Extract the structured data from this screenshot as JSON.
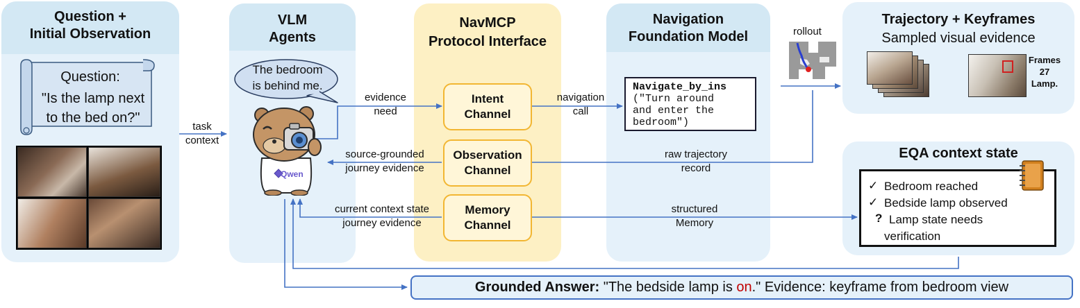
{
  "question_panel": {
    "title_line1": "Question +",
    "title_line2": "Initial Observation",
    "scroll_label": "Question:",
    "scroll_q1": "\"Is the lamp next",
    "scroll_q2": "to the bed on?\""
  },
  "vlm_panel": {
    "title_line1": "VLM",
    "title_line2": "Agents",
    "bubble_line1": "The bedroom",
    "bubble_line2": "is behind me.",
    "brand": "Qwen"
  },
  "navmcp_panel": {
    "title_line1": "NavMCP",
    "title_line2": "Protocol Interface",
    "channels": [
      {
        "line1": "Intent",
        "line2": "Channel"
      },
      {
        "line1": "Observation",
        "line2": "Channel"
      },
      {
        "line1": "Memory",
        "line2": "Channel"
      }
    ]
  },
  "nav_panel": {
    "title_line1": "Navigation",
    "title_line2": "Foundation Model",
    "call_func": "Navigate_by_ins",
    "call_arg1": "(\"Turn around",
    "call_arg2": "and enter the",
    "call_arg3": "bedroom\")"
  },
  "trajectory_panel": {
    "title": "Trajectory + Keyframes",
    "subtitle": "Sampled visual evidence",
    "frames_line1": "Frames",
    "frames_line2": "27",
    "frames_line3": "Lamp."
  },
  "eqa_panel": {
    "title": "EQA context state",
    "item1": "Bedroom reached",
    "item2": "Bedside lamp observed",
    "item3_line1": "Lamp state needs",
    "item3_line2": "verification",
    "check": "✓",
    "question_mark": "?"
  },
  "edges": {
    "task_line1": "task",
    "task_line2": "context",
    "evidence_line1": "evidence",
    "evidence_line2": "need",
    "navcall_line1": "navigation",
    "navcall_line2": "call",
    "rollout": "rollout",
    "source_line1": "source-grounded",
    "source_line2": "journey evidence",
    "raw_line1": "raw trajectory",
    "raw_line2": "record",
    "current_line1": "current context state",
    "current_line2": "journey evidence",
    "structured_line1": "structured",
    "structured_line2": "Memory"
  },
  "answer": {
    "label": "Grounded Answer:",
    "quote_start": " \"The bedside lamp is ",
    "on": "on",
    "quote_end": ".\" Evidence: keyframe from bedroom view"
  },
  "colors": {
    "panel_bg": "#e5f1fa",
    "panel_header": "#d3e8f4",
    "navmcp_bg": "#fdf0c4",
    "channel_border": "#f2b632",
    "arrow": "#4472c4",
    "answer_highlight": "#c00000"
  }
}
